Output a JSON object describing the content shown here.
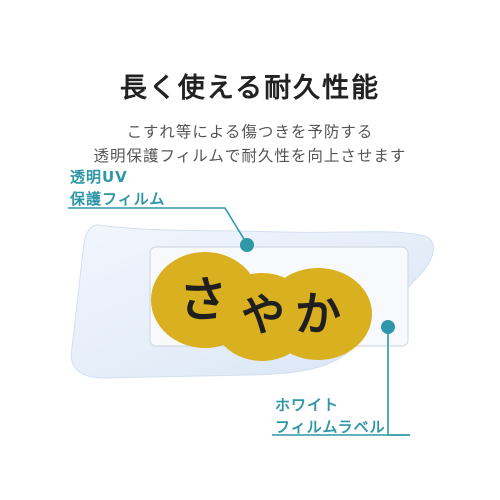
{
  "heading": {
    "title": "長く使える耐久性能",
    "subtitle_line1": "こすれ等による傷つきを予防する",
    "subtitle_line2": "透明保護フィルムで耐久性を向上させます"
  },
  "callouts": {
    "uv_film": {
      "line1": "透明UV",
      "line2": "保護フィルム"
    },
    "white_label": {
      "line1": "ホワイト",
      "line2": "フィルムラベル"
    }
  },
  "label": {
    "text": "さやか",
    "char1": "さ",
    "char2": "や",
    "char3": "か"
  },
  "colors": {
    "accent": "#2f97a7",
    "badge": "#d9b01f",
    "film": "#e6eef9",
    "text": "#222222"
  }
}
